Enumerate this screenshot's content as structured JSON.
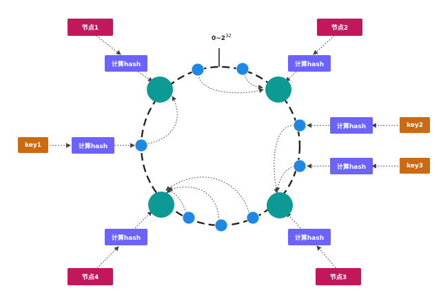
{
  "ring_label": {
    "base": "0~2",
    "exp": "32"
  },
  "nodes": [
    "节点1",
    "节点2",
    "节点3",
    "节点4"
  ],
  "keys": [
    "key1",
    "key2",
    "key3"
  ],
  "hash_label": "计算hash",
  "colors": {
    "node_box": "#c2185b",
    "hash_box": "#6c63ff",
    "key_box": "#cc6a12",
    "server_circle": "#0e9a94",
    "hash_point": "#1e88e5",
    "ring": "#222222",
    "arrow": "#555555"
  }
}
